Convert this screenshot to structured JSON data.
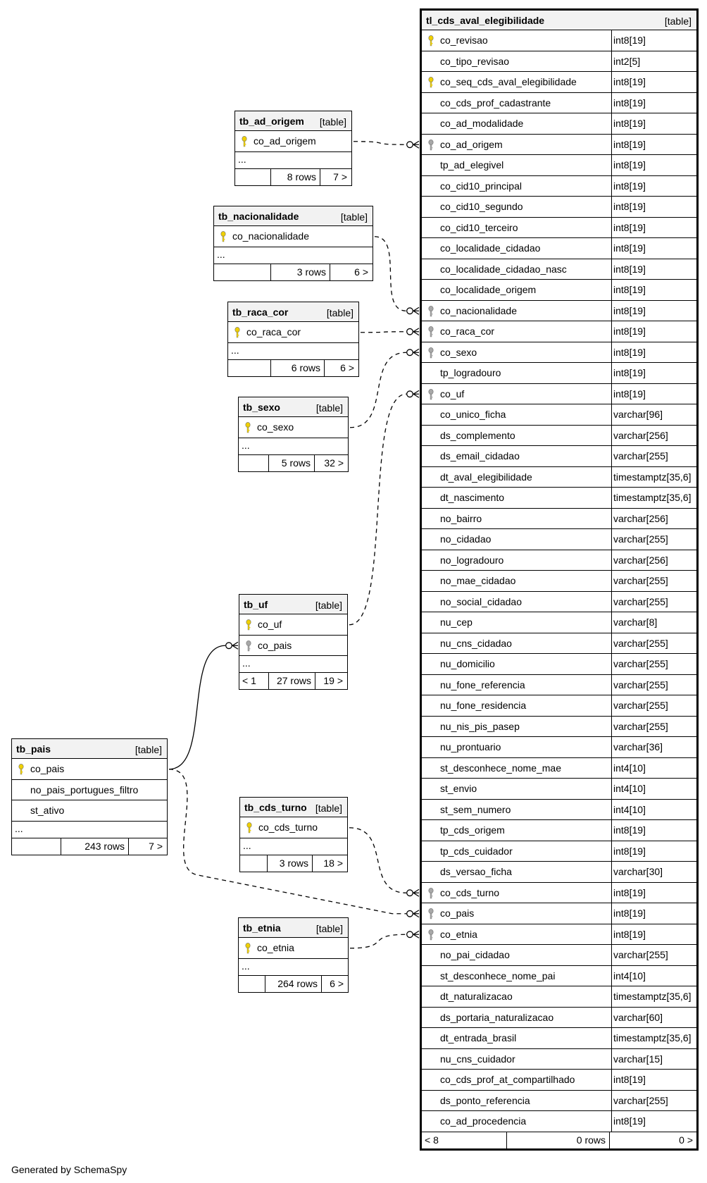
{
  "footer_text": "Generated by SchemaSpy",
  "colors": {
    "primary_key": "#f0d000",
    "foreign_key": "#a8a8a8",
    "header_bg": "#f2f2f2"
  },
  "main_table": {
    "name": "tl_cds_aval_elegibilidade",
    "type": "[table]",
    "columns": [
      {
        "name": "co_revisao",
        "type": "int8[19]",
        "key": "pk"
      },
      {
        "name": "co_tipo_revisao",
        "type": "int2[5]",
        "key": ""
      },
      {
        "name": "co_seq_cds_aval_elegibilidade",
        "type": "int8[19]",
        "key": "pk"
      },
      {
        "name": "co_cds_prof_cadastrante",
        "type": "int8[19]",
        "key": ""
      },
      {
        "name": "co_ad_modalidade",
        "type": "int8[19]",
        "key": ""
      },
      {
        "name": "co_ad_origem",
        "type": "int8[19]",
        "key": "fk"
      },
      {
        "name": "tp_ad_elegivel",
        "type": "int8[19]",
        "key": ""
      },
      {
        "name": "co_cid10_principal",
        "type": "int8[19]",
        "key": ""
      },
      {
        "name": "co_cid10_segundo",
        "type": "int8[19]",
        "key": ""
      },
      {
        "name": "co_cid10_terceiro",
        "type": "int8[19]",
        "key": ""
      },
      {
        "name": "co_localidade_cidadao",
        "type": "int8[19]",
        "key": ""
      },
      {
        "name": "co_localidade_cidadao_nasc",
        "type": "int8[19]",
        "key": ""
      },
      {
        "name": "co_localidade_origem",
        "type": "int8[19]",
        "key": ""
      },
      {
        "name": "co_nacionalidade",
        "type": "int8[19]",
        "key": "fk"
      },
      {
        "name": "co_raca_cor",
        "type": "int8[19]",
        "key": "fk"
      },
      {
        "name": "co_sexo",
        "type": "int8[19]",
        "key": "fk"
      },
      {
        "name": "tp_logradouro",
        "type": "int8[19]",
        "key": ""
      },
      {
        "name": "co_uf",
        "type": "int8[19]",
        "key": "fk"
      },
      {
        "name": "co_unico_ficha",
        "type": "varchar[96]",
        "key": ""
      },
      {
        "name": "ds_complemento",
        "type": "varchar[256]",
        "key": ""
      },
      {
        "name": "ds_email_cidadao",
        "type": "varchar[255]",
        "key": ""
      },
      {
        "name": "dt_aval_elegibilidade",
        "type": "timestamptz[35,6]",
        "key": ""
      },
      {
        "name": "dt_nascimento",
        "type": "timestamptz[35,6]",
        "key": ""
      },
      {
        "name": "no_bairro",
        "type": "varchar[256]",
        "key": ""
      },
      {
        "name": "no_cidadao",
        "type": "varchar[255]",
        "key": ""
      },
      {
        "name": "no_logradouro",
        "type": "varchar[256]",
        "key": ""
      },
      {
        "name": "no_mae_cidadao",
        "type": "varchar[255]",
        "key": ""
      },
      {
        "name": "no_social_cidadao",
        "type": "varchar[255]",
        "key": ""
      },
      {
        "name": "nu_cep",
        "type": "varchar[8]",
        "key": ""
      },
      {
        "name": "nu_cns_cidadao",
        "type": "varchar[255]",
        "key": ""
      },
      {
        "name": "nu_domicilio",
        "type": "varchar[255]",
        "key": ""
      },
      {
        "name": "nu_fone_referencia",
        "type": "varchar[255]",
        "key": ""
      },
      {
        "name": "nu_fone_residencia",
        "type": "varchar[255]",
        "key": ""
      },
      {
        "name": "nu_nis_pis_pasep",
        "type": "varchar[255]",
        "key": ""
      },
      {
        "name": "nu_prontuario",
        "type": "varchar[36]",
        "key": ""
      },
      {
        "name": "st_desconhece_nome_mae",
        "type": "int4[10]",
        "key": ""
      },
      {
        "name": "st_envio",
        "type": "int4[10]",
        "key": ""
      },
      {
        "name": "st_sem_numero",
        "type": "int4[10]",
        "key": ""
      },
      {
        "name": "tp_cds_origem",
        "type": "int8[19]",
        "key": ""
      },
      {
        "name": "tp_cds_cuidador",
        "type": "int8[19]",
        "key": ""
      },
      {
        "name": "ds_versao_ficha",
        "type": "varchar[30]",
        "key": ""
      },
      {
        "name": "co_cds_turno",
        "type": "int8[19]",
        "key": "fk"
      },
      {
        "name": "co_pais",
        "type": "int8[19]",
        "key": "fk"
      },
      {
        "name": "co_etnia",
        "type": "int8[19]",
        "key": "fk"
      },
      {
        "name": "no_pai_cidadao",
        "type": "varchar[255]",
        "key": ""
      },
      {
        "name": "st_desconhece_nome_pai",
        "type": "int4[10]",
        "key": ""
      },
      {
        "name": "dt_naturalizacao",
        "type": "timestamptz[35,6]",
        "key": ""
      },
      {
        "name": "ds_portaria_naturalizacao",
        "type": "varchar[60]",
        "key": ""
      },
      {
        "name": "dt_entrada_brasil",
        "type": "timestamptz[35,6]",
        "key": ""
      },
      {
        "name": "nu_cns_cuidador",
        "type": "varchar[15]",
        "key": ""
      },
      {
        "name": "co_cds_prof_at_compartilhado",
        "type": "int8[19]",
        "key": ""
      },
      {
        "name": "ds_ponto_referencia",
        "type": "varchar[255]",
        "key": ""
      },
      {
        "name": "co_ad_procedencia",
        "type": "int8[19]",
        "key": ""
      }
    ],
    "footer": [
      "< 8",
      "0 rows",
      "0 >"
    ]
  },
  "tables": [
    {
      "name": "tb_ad_origem",
      "type": "[table]",
      "columns": [
        {
          "name": "co_ad_origem",
          "key": "pk"
        }
      ],
      "ellipsis": "...",
      "footer": [
        "",
        "8 rows",
        "7 >"
      ]
    },
    {
      "name": "tb_nacionalidade",
      "type": "[table]",
      "columns": [
        {
          "name": "co_nacionalidade",
          "key": "pk"
        }
      ],
      "ellipsis": "...",
      "footer": [
        "",
        "3 rows",
        "6 >"
      ]
    },
    {
      "name": "tb_raca_cor",
      "type": "[table]",
      "columns": [
        {
          "name": "co_raca_cor",
          "key": "pk"
        }
      ],
      "ellipsis": "...",
      "footer": [
        "",
        "6 rows",
        "6 >"
      ]
    },
    {
      "name": "tb_sexo",
      "type": "[table]",
      "columns": [
        {
          "name": "co_sexo",
          "key": "pk"
        }
      ],
      "ellipsis": "...",
      "footer": [
        "",
        "5 rows",
        "32 >"
      ]
    },
    {
      "name": "tb_uf",
      "type": "[table]",
      "columns": [
        {
          "name": "co_uf",
          "key": "pk"
        },
        {
          "name": "co_pais",
          "key": "fk"
        }
      ],
      "ellipsis": "...",
      "footer": [
        "< 1",
        "27 rows",
        "19 >"
      ]
    },
    {
      "name": "tb_pais",
      "type": "[table]",
      "columns": [
        {
          "name": "co_pais",
          "key": "pk"
        },
        {
          "name": "no_pais_portugues_filtro",
          "key": ""
        },
        {
          "name": "st_ativo",
          "key": ""
        }
      ],
      "ellipsis": "...",
      "footer": [
        "",
        "243 rows",
        "7 >"
      ]
    },
    {
      "name": "tb_cds_turno",
      "type": "[table]",
      "columns": [
        {
          "name": "co_cds_turno",
          "key": "pk"
        }
      ],
      "ellipsis": "...",
      "footer": [
        "",
        "3 rows",
        "18 >"
      ]
    },
    {
      "name": "tb_etnia",
      "type": "[table]",
      "columns": [
        {
          "name": "co_etnia",
          "key": "pk"
        }
      ],
      "ellipsis": "...",
      "footer": [
        "",
        "264 rows",
        "6 >"
      ]
    }
  ]
}
